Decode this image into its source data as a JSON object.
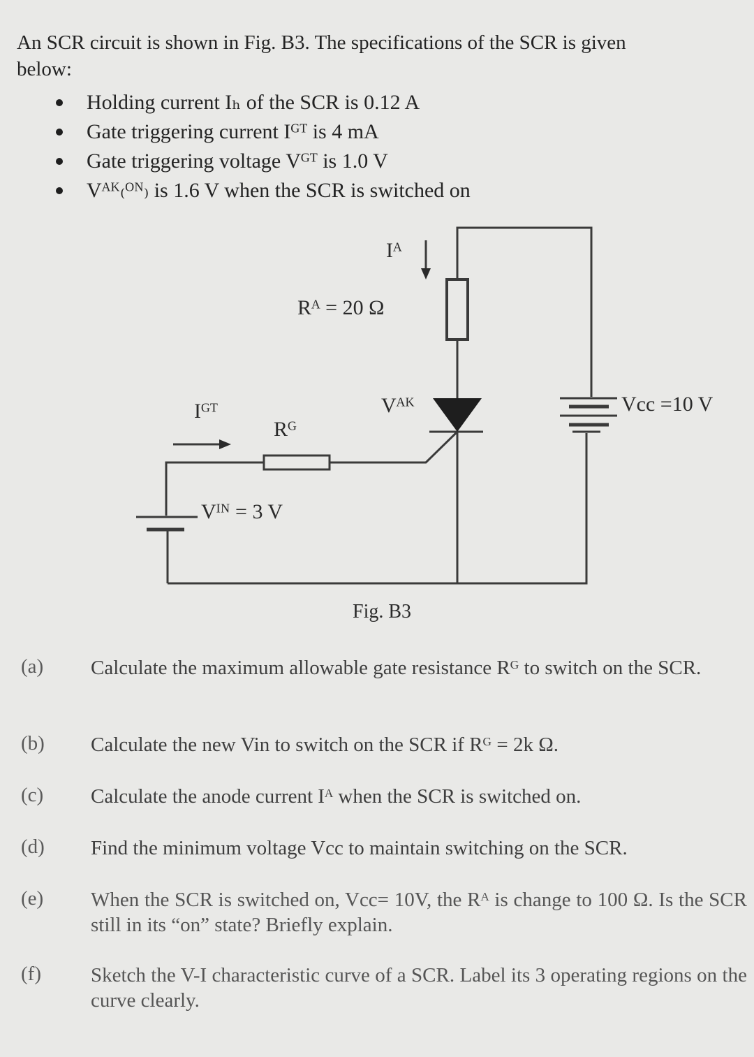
{
  "intro": {
    "line1": "An SCR circuit is shown in Fig. B3. The specifications of the SCR is given",
    "line2": "below:"
  },
  "specs": [
    "Holding current Iₕ of the SCR is 0.12 A",
    "Gate triggering current Iᴳᵀ is 4 mA",
    "Gate triggering voltage Vᴳᵀ is 1.0 V",
    "Vᴬᴷ₍ᴼᴺ₎ is 1.6 V when the SCR is switched on"
  ],
  "circuit": {
    "ia_label": "Iᴬ",
    "ra_label": "Rᴬ = 20 Ω",
    "vak_label": "Vᴬᴷ",
    "vcc_label": "Vcc =10 V",
    "igt_label": "Iᴳᵀ",
    "rg_label": "Rᴳ",
    "vin_label": "Vᴵᴺ = 3 V"
  },
  "caption": "Fig. B3",
  "questions": [
    {
      "label": "(a)",
      "text": "Calculate the maximum allowable gate resistance Rᴳ to switch on the SCR."
    },
    {
      "label": "(b)",
      "text": "Calculate the new Vin to switch on the SCR if Rᴳ = 2k Ω."
    },
    {
      "label": "(c)",
      "text": "Calculate the anode current Iᴬ when the SCR is switched on."
    },
    {
      "label": "(d)",
      "text": "Find the minimum voltage Vcc to maintain switching on the SCR."
    },
    {
      "label": "(e)",
      "text": "When the SCR is switched on, Vcc= 10V, the Rᴬ is change to 100 Ω. Is the SCR still in its “on” state? Briefly explain."
    },
    {
      "label": "(f)",
      "text": "Sketch the V-I characteristic curve of a SCR. Label its 3 operating regions on the curve clearly."
    }
  ]
}
